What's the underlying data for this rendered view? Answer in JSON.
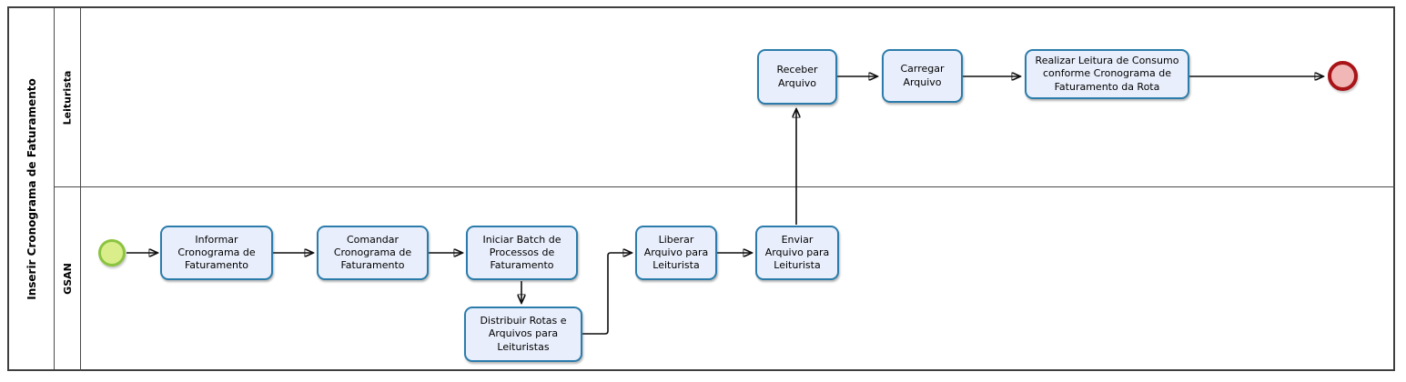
{
  "pool": {
    "title": "Inserir Cronograma de Faturamento"
  },
  "lanes": [
    {
      "label": "Leiturista"
    },
    {
      "label": "GSAN"
    }
  ],
  "tasks": [
    {
      "label": "Informar Cronograma de Faturamento"
    },
    {
      "label": "Comandar Cronograma de Faturamento"
    },
    {
      "label": "Iniciar Batch de Processos de Faturamento"
    },
    {
      "label": "Distribuir  Rotas e Arquivos para Leituristas"
    },
    {
      "label": "Liberar Arquivo para Leiturista"
    },
    {
      "label": "Enviar Arquivo para Leiturista"
    },
    {
      "label": "Receber Arquivo"
    },
    {
      "label": "Carregar Arquivo"
    },
    {
      "label": "Realizar Leitura de Consumo conforme Cronograma de Faturamento da Rota"
    }
  ],
  "events": {
    "start": {
      "name": "start-event"
    },
    "end": {
      "name": "end-event"
    }
  },
  "colors": {
    "task_fill": "#e8eefb",
    "task_border": "#2b7cab",
    "start_fill": "#d9ee8b",
    "start_border": "#8bc440",
    "end_fill": "#f1b6b6",
    "end_border": "#a81418",
    "flow": "#0d0d0d",
    "pool_border": "#3f3f3f"
  }
}
